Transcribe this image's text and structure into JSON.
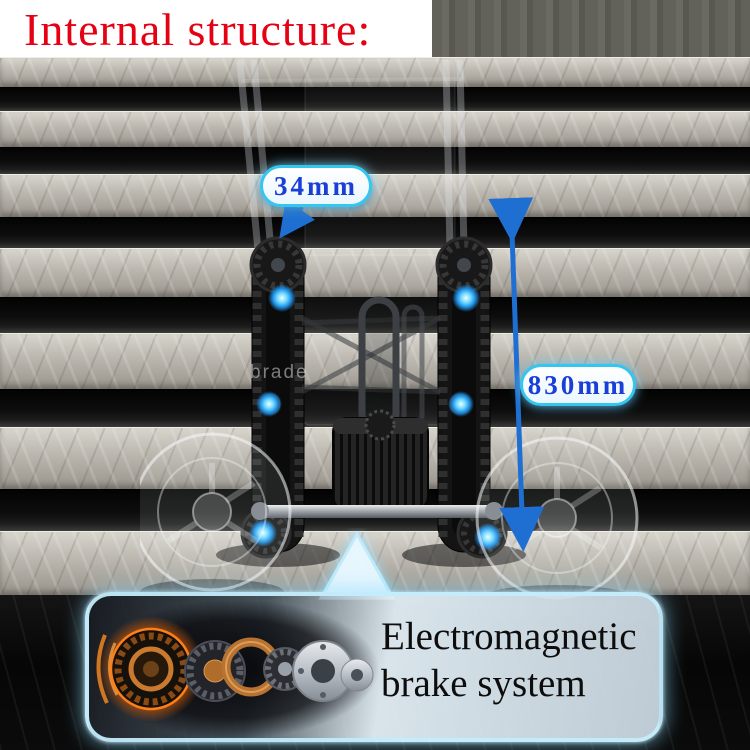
{
  "title": {
    "text": "Internal structure:",
    "color": "#e60014"
  },
  "watermark": {
    "text": "brade"
  },
  "callouts": {
    "width": {
      "label": "34mm"
    },
    "height": {
      "label": "830mm"
    },
    "text_color": "#1a3ed8",
    "bubble_border_color": "#35c6f0",
    "arrow_color": "#1f6fd2"
  },
  "info_panel": {
    "line1": "Electromagnetic",
    "line2": "brake system",
    "text_color": "#0d0d0d",
    "illustration": "electromagnetic-brake-exploded-view"
  },
  "scene": {
    "machine": "stair-climbing-trolley-internal-structure",
    "background": "marble-staircase",
    "hub_glow_color": "#35b2ff"
  }
}
